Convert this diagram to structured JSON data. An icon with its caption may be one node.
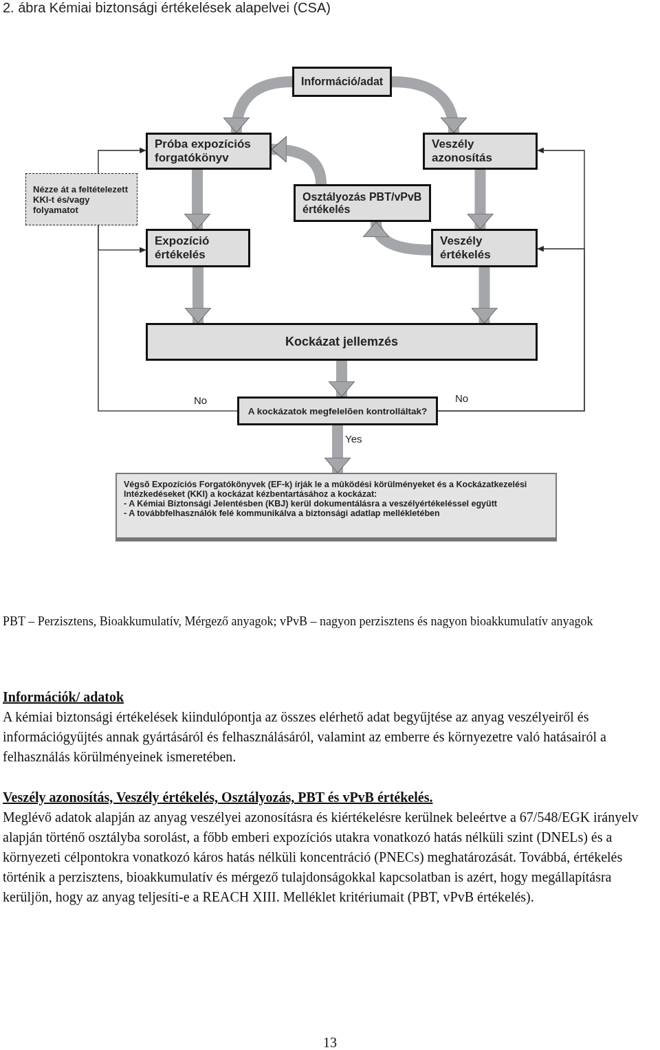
{
  "diagram": {
    "title": "2. ábra Kémiai biztonsági értékelések alapelvei (CSA)",
    "nodes": [
      {
        "text": [
          "Információ/adat"
        ]
      },
      {
        "text": [
          "Próba expozíciós forgatókönyv"
        ]
      },
      {
        "text": [
          "Veszély azonosítás"
        ]
      },
      {
        "text": [
          "Nézze át a feltételezett KKI-t és/vagy folyamatot"
        ]
      },
      {
        "text": [
          "Osztályozás PBT/vPvB értékelés"
        ]
      },
      {
        "text": [
          "Expozíció értékelés"
        ]
      },
      {
        "text": [
          "Veszély értékelés"
        ]
      },
      {
        "text": [
          "Kockázat jellemzés"
        ]
      },
      {
        "text": [
          "A kockázatok megfelelõen kontrolláltak?"
        ]
      },
      {
        "text": [
          "Végsõ Expozíciós Forgatókönyvek (EF-k) írják le a mûködési körülményeket és a Kockázatkezelési Intézkedéseket (KKI) a kockázat kézbentartásához a kockázat:",
          "- A Kémiai Biztonsági Jelentésben (KBJ) kerül dokumentálásra a veszélyértékeléssel együtt",
          "- A továbbfelhasználók felé kommunikálva a biztonsági adatlap mellékletében"
        ]
      }
    ],
    "edges": [
      {
        "from": 0,
        "to": 1,
        "arrow": "to"
      },
      {
        "from": 0,
        "to": 2,
        "arrow": "to"
      },
      {
        "from": 4,
        "to": 1,
        "arrow": "to"
      },
      {
        "from": 1,
        "to": 5,
        "arrow": "to"
      },
      {
        "from": 2,
        "to": 6,
        "arrow": "to"
      },
      {
        "from": 6,
        "to": 4,
        "arrow": "to"
      },
      {
        "from": 5,
        "to": 7,
        "arrow": "to"
      },
      {
        "from": 6,
        "to": 7,
        "arrow": "to"
      },
      {
        "from": 7,
        "to": 8,
        "arrow": "to"
      },
      {
        "from": 8,
        "to": 9,
        "arrow": "to",
        "label": "Yes"
      },
      {
        "from": 8,
        "to": 3,
        "arrow": "none",
        "label": "No",
        "color": "#444444"
      },
      {
        "from": 3,
        "to": 1,
        "arrow": "to",
        "color": "#444444"
      },
      {
        "from": 3,
        "to": 5,
        "arrow": "to",
        "color": "#444444"
      },
      {
        "from": 8,
        "to": 2,
        "arrow": "to",
        "label": "No",
        "color": "#444444"
      },
      {
        "from": 8,
        "to": 6,
        "arrow": "to",
        "color": "#444444"
      }
    ],
    "labels": [
      "PBT – Perzisztens, Bioakkumulatív, Mérgező anyagok; vPvB – nagyon perzisztens és nagyon bioakkumulatív anyagok",
      "Információk/ adatok",
      "A kémiai biztonsági értékelések kiindulópontja az összes elérhető adat begyűjtése az anyag veszélyeiről és információgyűjtés annak gyártásáról és felhasználásáról, valamint az emberre és környezetre való hatásairól a felhasználás körülményeinek ismeretében.",
      "Veszély azonosítás, Veszély értékelés, Osztályozás, PBT és vPvB értékelés.",
      "Meglévő adatok alapján az anyag veszélyei azonosításra és kiértékelésre kerülnek beleértve a 67/548/EGK irányelv alapján történő osztályba sorolást, a főbb emberi expozíciós utakra vonatkozó hatás nélküli szint (DNELs) és a környezeti célpontokra vonatkozó káros hatás nélküli koncentráció (PNECs) meghatározását. Továbbá, értékelés történik a perzisztens, bioakkumulatív és mérgező tulajdonságokkal kapcsolatban is azért, hogy megállapításra kerüljön, hogy az anyag teljesíti-e a REACH XIII. Melléklet kritériumait (PBT, vPvB értékelés).",
      "13"
    ]
  }
}
